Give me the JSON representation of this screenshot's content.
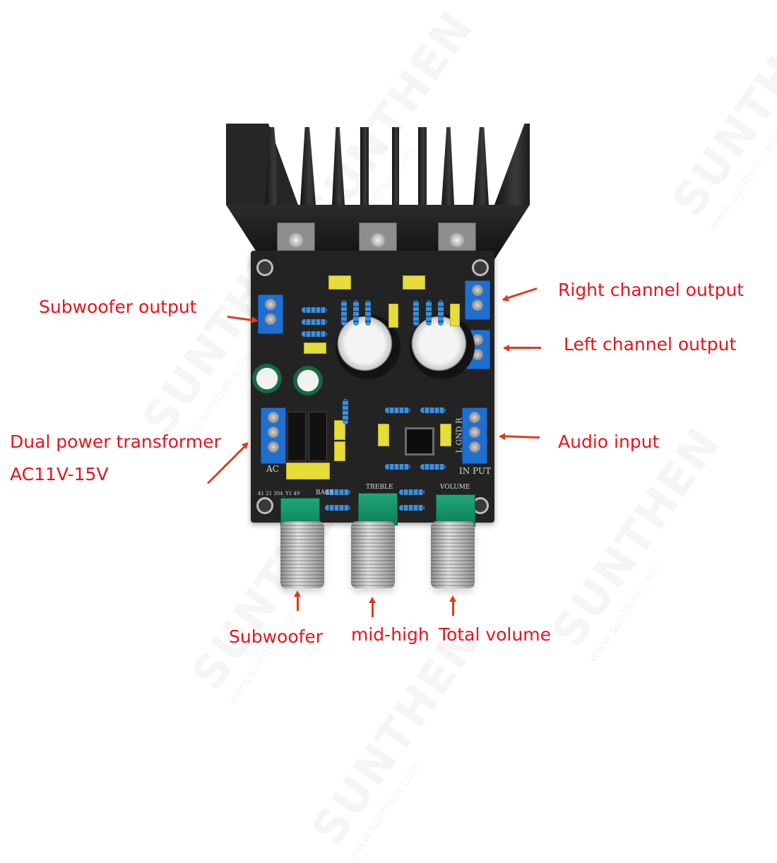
{
  "watermark": {
    "brand": "SUNTHEN",
    "url": "www.sunthen.com"
  },
  "product": {
    "board_silkscreen": {
      "ac": "AC",
      "bass": "BASS",
      "treble": "TREBLE",
      "volume": "VOLUME",
      "input": "IN PUT",
      "input_pins": "L GND R",
      "board_code": "41 21 304_Y1 49"
    }
  },
  "annotations": {
    "subwoofer_output": "Subwoofer output",
    "right_channel_output": "Right channel output",
    "left_channel_output": "Left channel output",
    "audio_input": "Audio input",
    "power_line1": "Dual power transformer",
    "power_line2": "AC11V-15V",
    "knob_subwoofer": "Subwoofer",
    "knob_midhigh": "mid-high",
    "knob_volume": "Total volume"
  },
  "colors": {
    "annotation_text": "#e8141b",
    "arrow": "#e03a1e",
    "pcb": "#232323",
    "terminal_blue": "#1f6fd0",
    "pot_green": "#1fa77a"
  }
}
